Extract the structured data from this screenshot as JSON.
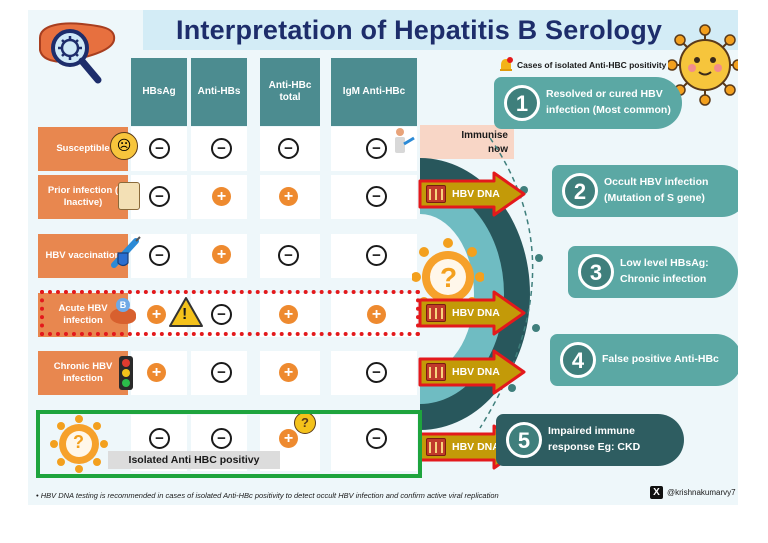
{
  "title": "Interpretation of Hepatitis B Serology",
  "isolated_note": "Cases of isolated Anti-HBC positivity",
  "headers": [
    "HBsAg",
    "Anti-HBs",
    "Anti-HBc total",
    "IgM Anti-HBc"
  ],
  "rows": [
    {
      "label": "Susceptible"
    },
    {
      "label": "Prior infection ( Inactive)"
    },
    {
      "label": "HBV vaccination"
    },
    {
      "label": "Acute HBV infection"
    },
    {
      "label": "Chronic HBV infection"
    }
  ],
  "symbols": {
    "negative": "−",
    "positive": "+",
    "question": "?",
    "warning": "!"
  },
  "immunise": "Immunise now",
  "hbv_dna": "HBV DNA",
  "isolated_label": "Isolated Anti HBC positivy",
  "causes": [
    {
      "num": "1",
      "text": "Resolved or cured HBV infection (Most common)"
    },
    {
      "num": "2",
      "text": "Occult HBV infection (Mutation of S gene)"
    },
    {
      "num": "3",
      "text": "Low level HBsAg: Chronic infection"
    },
    {
      "num": "4",
      "text": "False positive Anti-HBc"
    },
    {
      "num": "5",
      "text": "Impaired immune response Eg: CKD"
    }
  ],
  "footnote": "• HBV DNA testing is recommended in cases of isolated Anti-HBc positivity to detect occult HBV infection and confirm active viral replication",
  "handle": "@krishnakumarvy7",
  "x_logo": "X",
  "colors": {
    "header": "#4c8c90",
    "row_label": "#e8874f",
    "positive": "#ee8a2f",
    "pill": "#5ba8a4",
    "acute_outline": "#e3191c",
    "isolated_outline": "#1ea43d",
    "title": "#1d2d6b"
  }
}
